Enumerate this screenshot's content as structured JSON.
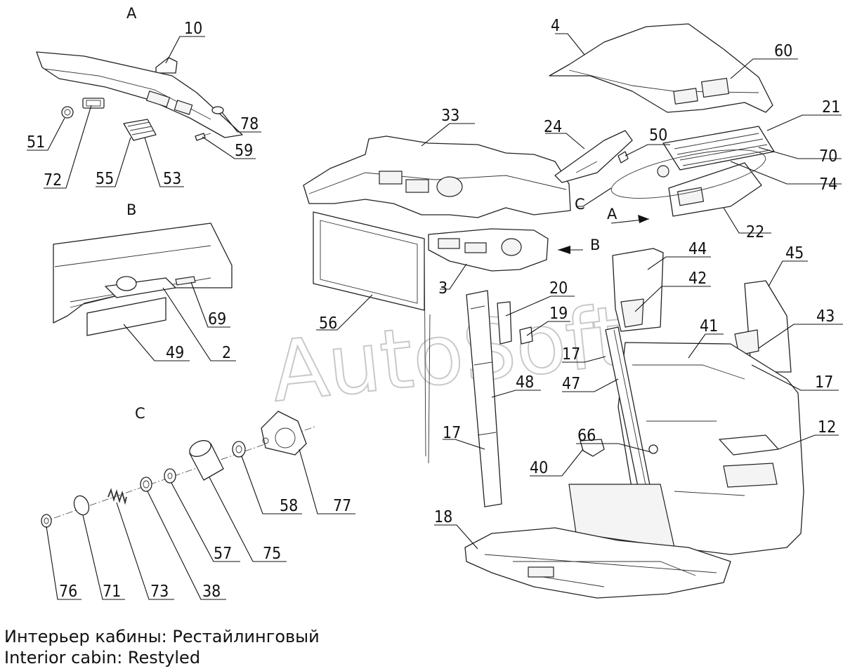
{
  "watermark": "AutoSoft",
  "views": {
    "a": "A",
    "b": "B",
    "c": "C"
  },
  "view_arrows": {
    "a": "A",
    "b": "B",
    "c": "C"
  },
  "callouts": {
    "c10": "10",
    "c78": "78",
    "c59": "59",
    "c51": "51",
    "c72": "72",
    "c55": "55",
    "c53": "53",
    "c69": "69",
    "c49": "49",
    "c2": "2",
    "c58": "58",
    "c77": "77",
    "c57": "57",
    "c75": "75",
    "c76": "76",
    "c71": "71",
    "c73": "73",
    "c38": "38",
    "c33": "33",
    "c3": "3",
    "c56": "56",
    "c20": "20",
    "c19": "19",
    "c48": "48",
    "c17a": "17",
    "c4": "4",
    "c60": "60",
    "c21": "21",
    "c24": "24",
    "c50": "50",
    "c70": "70",
    "c74": "74",
    "c22": "22",
    "c44": "44",
    "c42": "42",
    "c45": "45",
    "c43": "43",
    "c41": "41",
    "c17b": "17",
    "c47": "47",
    "c17c": "17",
    "c12": "12",
    "c66": "66",
    "c40": "40",
    "c18": "18"
  },
  "caption": {
    "ru": "Интерьер кабины: Рестайлинговый",
    "en": "Interior cabin: Restyled"
  }
}
